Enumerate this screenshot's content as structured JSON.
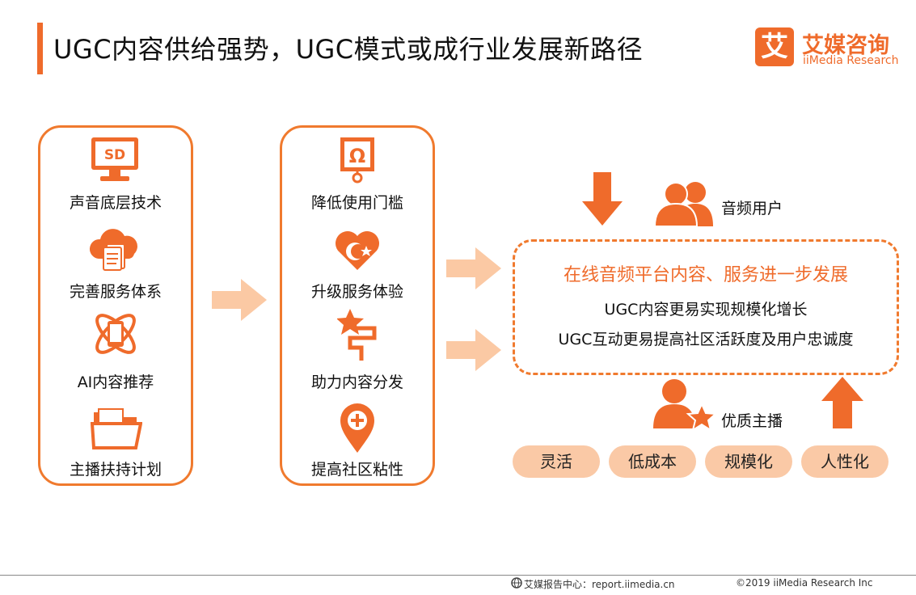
{
  "header": {
    "title": "UGC内容供给强势，UGC模式或成行业发展新路径",
    "logo_mark": "艾",
    "logo_cn": "艾媒咨询",
    "logo_en": "iiMedia Research"
  },
  "panel_left": {
    "items": [
      {
        "label": "声音底层技术",
        "icon": "monitor-sd-icon"
      },
      {
        "label": "完善服务体系",
        "icon": "cloud-docs-icon"
      },
      {
        "label": "AI内容推荐",
        "icon": "atom-phone-icon"
      },
      {
        "label": "主播扶持计划",
        "icon": "folder-icon"
      }
    ]
  },
  "panel_mid": {
    "items": [
      {
        "label": "降低使用门槛",
        "icon": "omega-pin-icon"
      },
      {
        "label": "升级服务体验",
        "icon": "heart-crescent-icon"
      },
      {
        "label": "助力内容分发",
        "icon": "star-path-icon"
      },
      {
        "label": "提高社区粘性",
        "icon": "location-plus-icon"
      }
    ]
  },
  "result": {
    "title": "在线音频平台内容、服务进一步发展",
    "line1": "UGC内容更易实现规模化增长",
    "line2": "UGC互动更易提高社区活跃度及用户忠诚度"
  },
  "audio_users": "音频用户",
  "quality_hosts": "优质主播",
  "pills": [
    "灵活",
    "低成本",
    "规模化",
    "人性化"
  ],
  "colors": {
    "accent": "#ef6b2b",
    "light_arrow": "#fbc9a4",
    "pill": "#fac9a6"
  },
  "footer": {
    "source": "艾媒报告中心：report.iimedia.cn",
    "copyright": "©2019  iiMedia Research  Inc"
  }
}
